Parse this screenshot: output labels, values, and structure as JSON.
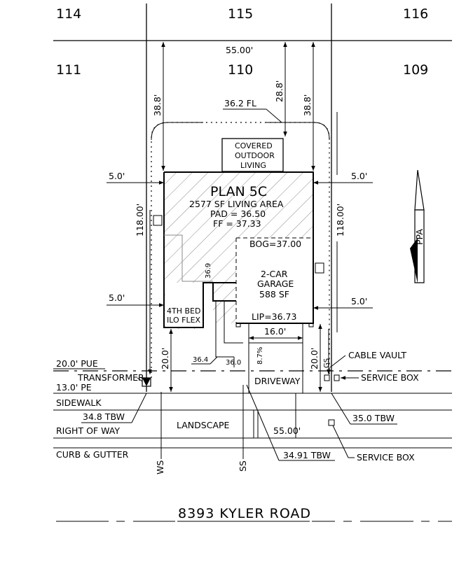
{
  "lots": {
    "top_left": "114",
    "top_center": "115",
    "top_right": "116",
    "mid_left": "111",
    "mid_center": "110",
    "mid_right": "109"
  },
  "dims": {
    "lot_width_top": "55.00'",
    "left_front_setback": "38.8'",
    "center_setback": "28.8'",
    "right_front_setback": "38.8'",
    "fl_width": "36.2 FL",
    "side_left_top": "5.0'",
    "side_right_top": "5.0'",
    "side_left_bottom": "5.0'",
    "side_right_bottom": "5.0'",
    "depth_left": "118.00'",
    "depth_right": "118.00'",
    "driveway_width": "16.0'",
    "rear_left": "20.0'",
    "rear_right": "20.0'",
    "lot_width_bottom": "55.00'"
  },
  "building": {
    "covered_l1": "COVERED",
    "covered_l2": "OUTDOOR",
    "covered_l3": "LIVING",
    "plan_name": "PLAN 5C",
    "living_area": "2577 SF LIVING AREA",
    "pad": "PAD = 36.50",
    "ff": "FF = 37.33",
    "bog": "BOG=37.00",
    "garage_l1": "2-CAR",
    "garage_l2": "GARAGE",
    "garage_l3": "588 SF",
    "lip": "LIP=36.73",
    "bed_l1": "4TH BED",
    "bed_l2": "ILO FLEX",
    "elev_369": "36.9",
    "elev_364": "36.4",
    "elev_360": "36.0",
    "slope": "8.7%"
  },
  "site": {
    "pue": "20.0' PUE",
    "transformer": "TRANSFORMER",
    "pe": "13.0' PE",
    "sidewalk": "SIDEWALK",
    "tbw_348": "34.8 TBW",
    "row": "RIGHT OF WAY",
    "landscape": "LANDSCAPE",
    "driveway": "DRIVEWAY",
    "curb": "CURB & GUTTER",
    "tbw_3491": "34.91 TBW",
    "tbw_350": "35.0 TBW",
    "cable_vault": "CABLE VAULT",
    "service_box_1": "SERVICE BOX",
    "service_box_2": "SERVICE BOX",
    "ws": "WS",
    "ss": "SS",
    "gs": "GS"
  },
  "street": "8393 KYLER ROAD",
  "north_arrow": "PPA"
}
